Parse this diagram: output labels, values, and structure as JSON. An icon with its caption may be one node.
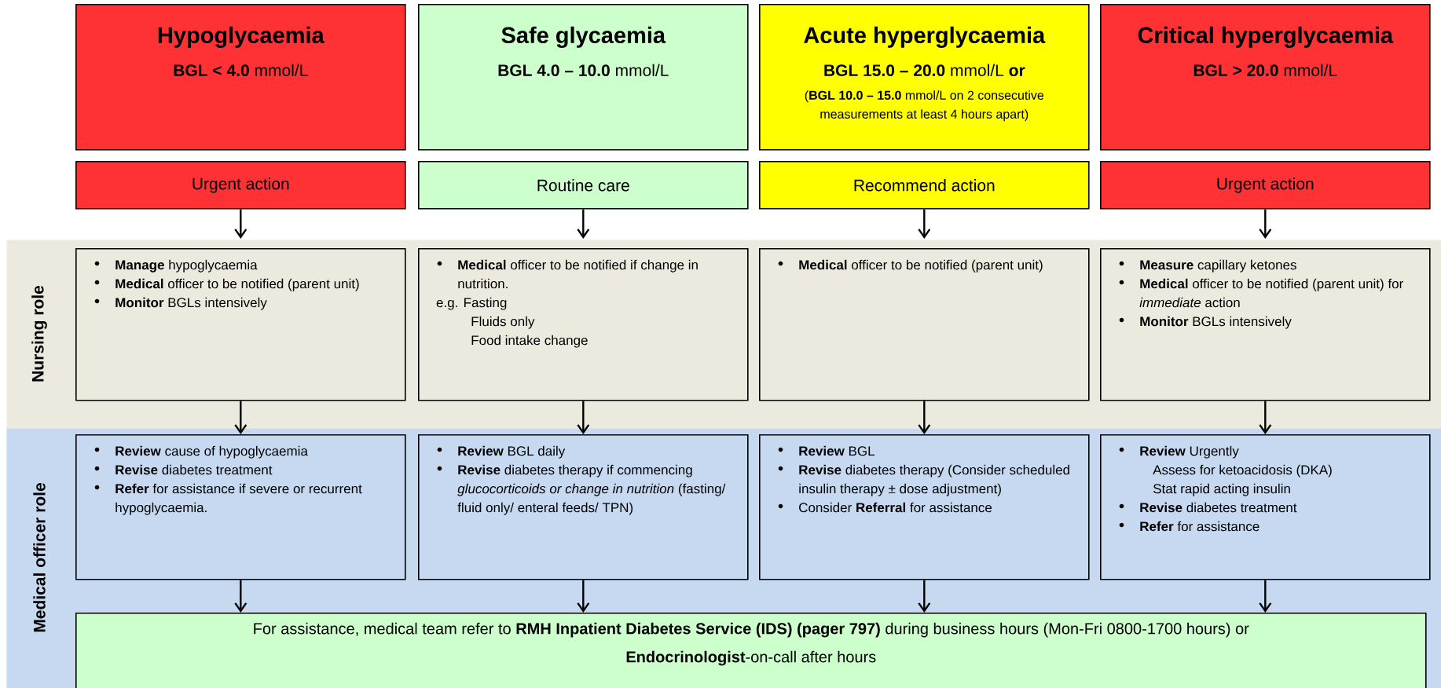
{
  "diagram": {
    "nodes": [
      {
        "text": [
          "Hypoglycaemia",
          "**BGL < 4.0** mmol/L"
        ]
      },
      {
        "text": [
          "Safe glycaemia",
          "**BGL 4.0 – 10.0** mmol/L"
        ]
      },
      {
        "text": [
          "Acute hyperglycaemia",
          "**BGL 15.0 – 20.0** mmol/L **or**",
          "(**BGL 10.0 – 15.0** mmol/L on 2 consecutive measurements at least 4 hours apart)"
        ]
      },
      {
        "text": [
          "Critical hyperglycaemia",
          "**BGL > 20.0** mmol/L"
        ]
      },
      {
        "text": [
          "Urgent action"
        ]
      },
      {
        "text": [
          "Routine care"
        ]
      },
      {
        "text": [
          "Recommend action"
        ]
      },
      {
        "text": [
          "Urgent action"
        ]
      },
      {
        "text": [
          "Nursing role"
        ]
      },
      {
        "text": [
          "**Manage** hypoglycaemia",
          "**Medical** officer to be notified (parent unit)",
          "**Monitor** BGLs intensively"
        ],
        "in": 8
      },
      {
        "text": [
          "**Medical** officer to be notified if change in nutrition.",
          "e.g. Fasting",
          "Fluids only",
          "Food intake change"
        ],
        "in": 8
      },
      {
        "text": [
          "**Medical** officer to be notified (parent unit)"
        ],
        "in": 8
      },
      {
        "text": [
          "**Measure** capillary ketones",
          "**Medical** officer to be notified (parent unit) for *immediate* action",
          "**Monitor** BGLs intensively"
        ],
        "in": 8
      },
      {
        "text": [
          "Medical officer role"
        ]
      },
      {
        "text": [
          "**Review** cause of hypoglycaemia",
          "**Revise** diabetes treatment",
          "**Refer** for assistance if severe or recurrent hypoglycaemia."
        ],
        "in": 13
      },
      {
        "text": [
          "**Review** BGL daily",
          "**Revise** diabetes therapy if commencing *glucocorticoids or change in nutrition* (fasting/ fluid only/ enteral feeds/ TPN)"
        ],
        "in": 13
      },
      {
        "text": [
          "**Review** BGL",
          "**Revise** diabetes therapy (Consider scheduled insulin therapy ± dose adjustment)",
          "Consider **Referral** for assistance"
        ],
        "in": 13
      },
      {
        "text": [
          "**Review** Urgently",
          "Assess for ketoacidosis (DKA)",
          "Stat rapid acting insulin",
          "**Revise** diabetes treatment",
          "**Refer** for assistance"
        ],
        "in": 13
      },
      {
        "text": [
          "For assistance, medical team refer to **RMH Inpatient Diabetes Service (IDS) (pager 797)** during business hours (Mon-Fri 0800-1700 hours) or **Endocrinologist**-on-call after hours"
        ],
        "in": 13
      }
    ],
    "edges": [
      {
        "from": 4,
        "to": 9,
        "arrow": "to"
      },
      {
        "from": 5,
        "to": 10,
        "arrow": "to"
      },
      {
        "from": 6,
        "to": 11,
        "arrow": "to"
      },
      {
        "from": 7,
        "to": 12,
        "arrow": "to"
      },
      {
        "from": 9,
        "to": 14,
        "arrow": "to"
      },
      {
        "from": 10,
        "to": 15,
        "arrow": "to"
      },
      {
        "from": 11,
        "to": 16,
        "arrow": "to"
      },
      {
        "from": 12,
        "to": 17,
        "arrow": "to"
      },
      {
        "from": 14,
        "to": 18,
        "arrow": "to"
      },
      {
        "from": 15,
        "to": 18,
        "arrow": "to"
      },
      {
        "from": 16,
        "to": 18,
        "arrow": "to"
      },
      {
        "from": 17,
        "to": 18,
        "arrow": "to"
      }
    ]
  }
}
